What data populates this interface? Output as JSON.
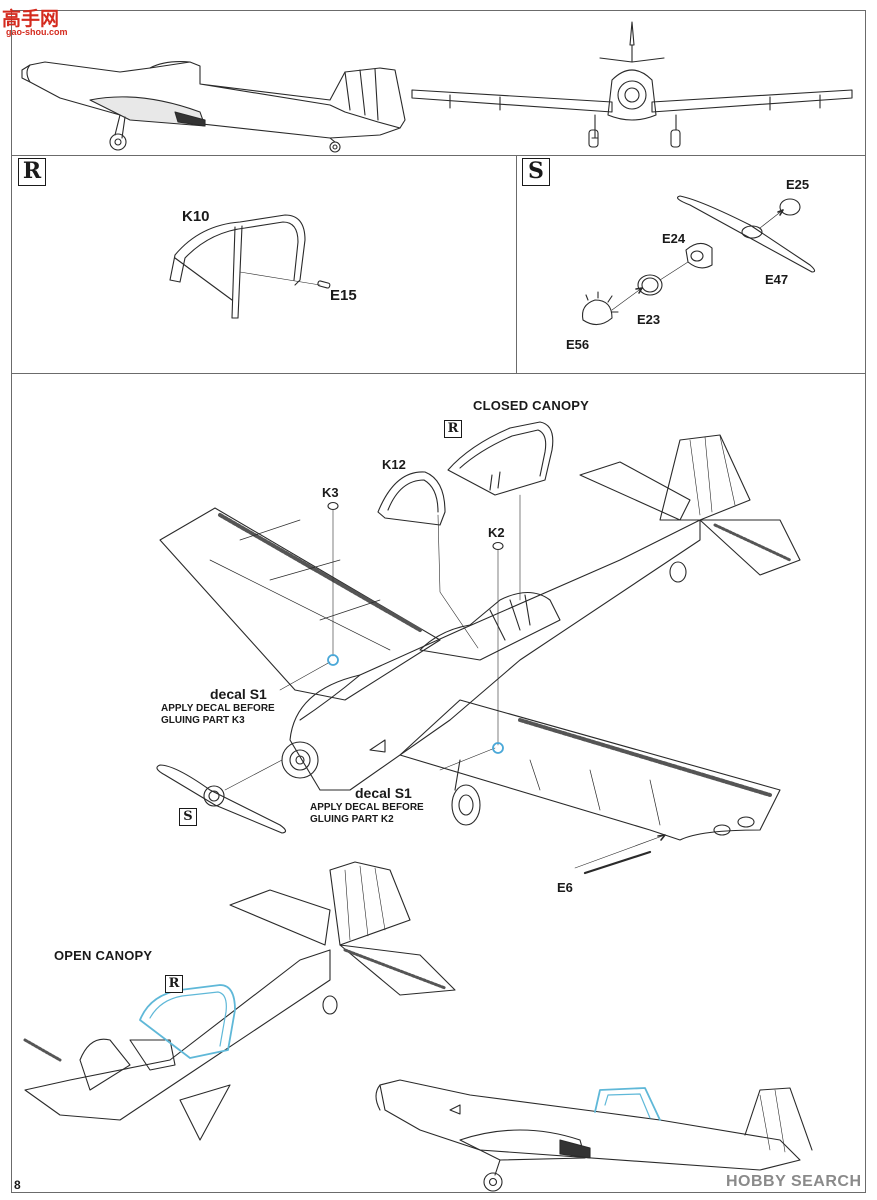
{
  "watermark_top": {
    "logo_text": "高手网",
    "site": "gao-shou.com"
  },
  "watermark_bottom": {
    "text": "HOBBY SEARCH"
  },
  "page_number": "8",
  "step_r": {
    "marker": "R",
    "parts": {
      "canopy": "K10",
      "rod": "E15"
    }
  },
  "step_s": {
    "marker": "S",
    "parts": {
      "spinner_back": "E25",
      "prop_hub": "E24",
      "propeller": "E47",
      "ring": "E23",
      "spinner": "E56"
    }
  },
  "main": {
    "closed_canopy_label": "CLOSED CANOPY",
    "marker_r": "R",
    "marker_s": "S",
    "parts": {
      "windscreen": "K12",
      "light_left": "K3",
      "light_right": "K2",
      "pitot": "E6"
    },
    "decal_left": {
      "name": "decal S1",
      "note_line1": "APPLY DECAL BEFORE",
      "note_line2": "GLUING PART K3"
    },
    "decal_right": {
      "name": "decal S1",
      "note_line1": "APPLY DECAL BEFORE",
      "note_line2": "GLUING PART K2"
    }
  },
  "open_canopy": {
    "label": "OPEN CANOPY",
    "marker": "R"
  },
  "colors": {
    "line": "#2a2a2a",
    "frame": "#6b6b6b",
    "canopy_highlight": "#5fb8d8",
    "watermark_red": "#d42a1e",
    "decal_blue": "#4aa8d8"
  }
}
